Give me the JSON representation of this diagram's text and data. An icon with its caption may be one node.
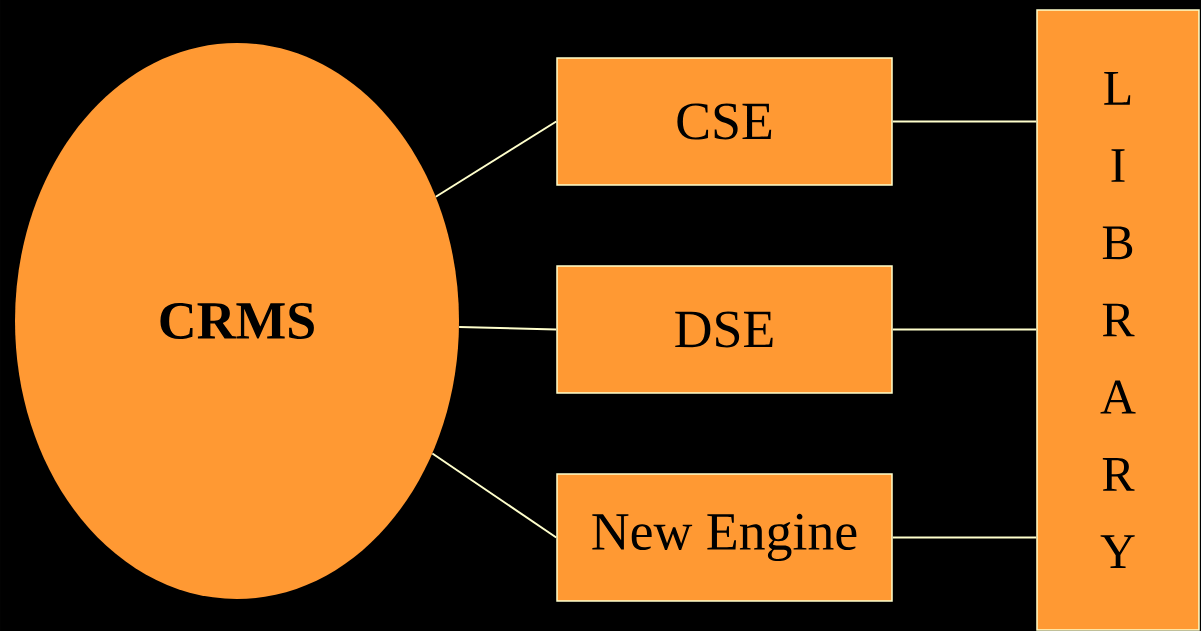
{
  "diagram": {
    "nodes": [
      {
        "text": [
          "CRMS"
        ]
      },
      {
        "text": [
          "CSE"
        ]
      },
      {
        "text": [
          "DSE"
        ]
      },
      {
        "text": [
          "New Engine"
        ]
      },
      {
        "text": [
          "LIBRARY"
        ]
      }
    ],
    "edges": [
      {
        "from": 0,
        "to": 1,
        "arrow": "none"
      },
      {
        "from": 0,
        "to": 2,
        "arrow": "none"
      },
      {
        "from": 0,
        "to": 3,
        "arrow": "none"
      },
      {
        "from": 1,
        "to": 4,
        "arrow": "none"
      },
      {
        "from": 2,
        "to": 4,
        "arrow": "none"
      },
      {
        "from": 3,
        "to": 4,
        "arrow": "none"
      }
    ]
  }
}
